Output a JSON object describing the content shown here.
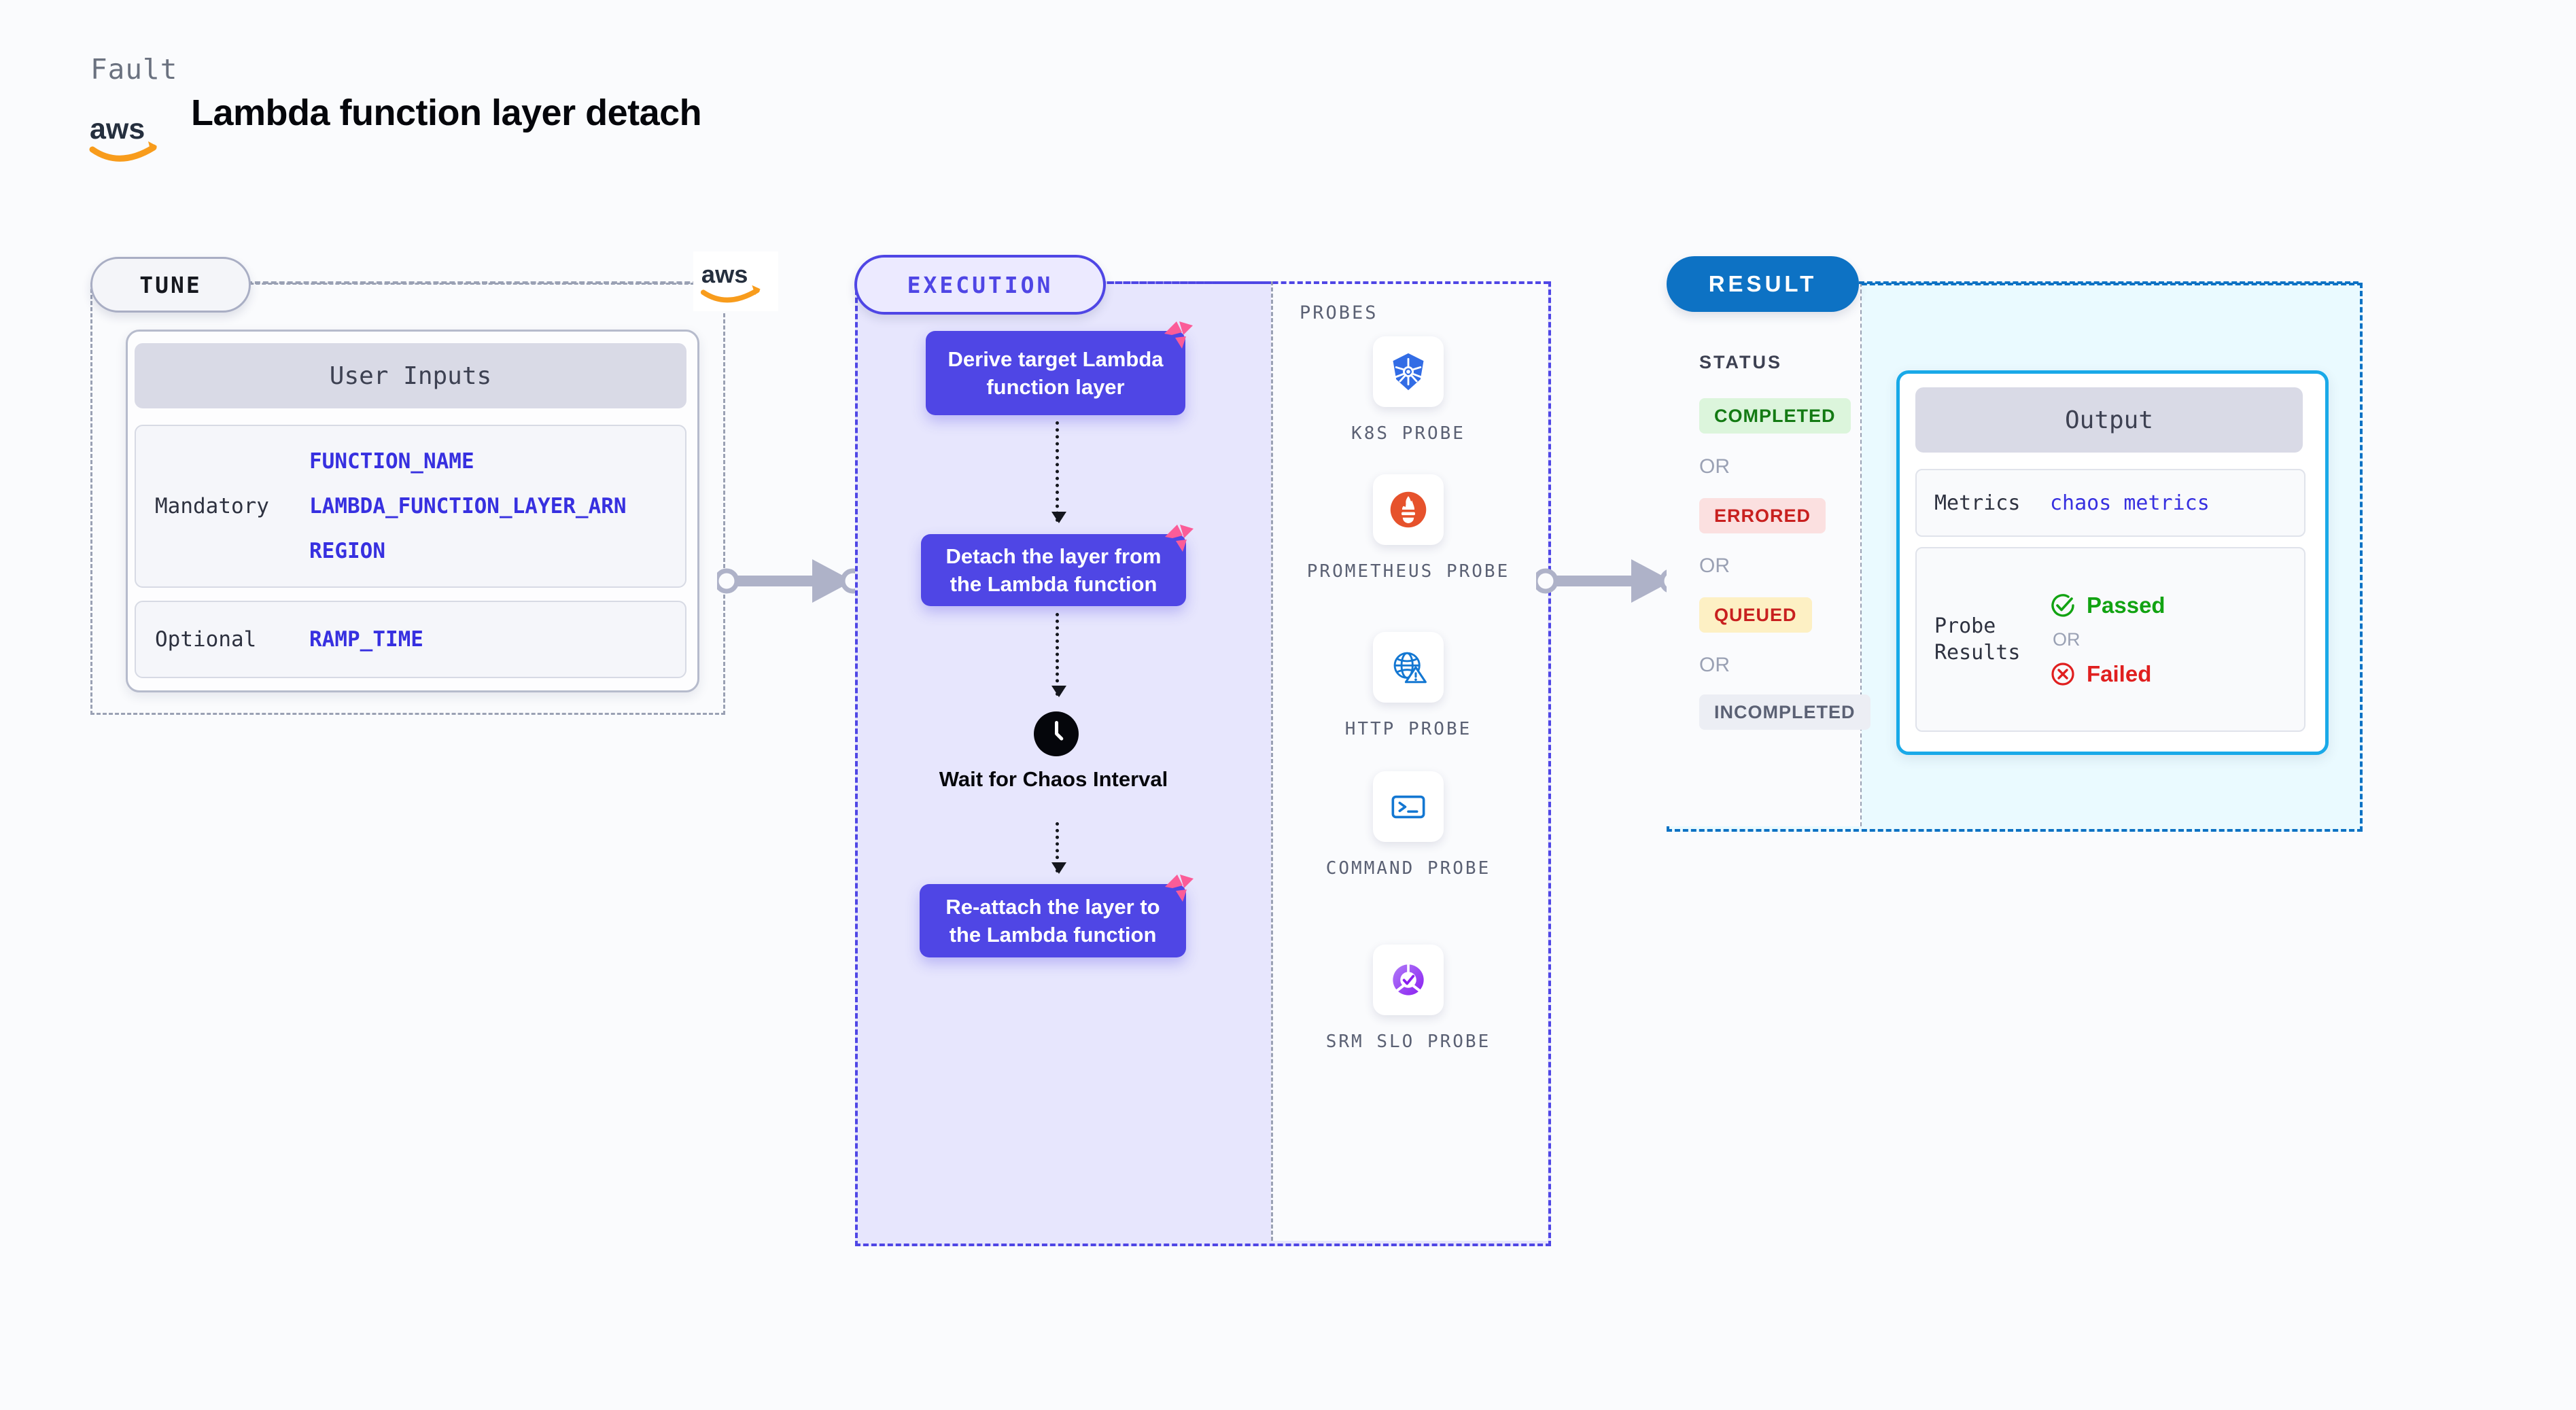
{
  "header": {
    "kicker": "Fault",
    "title": "Lambda function layer detach",
    "logo": "aws-logo"
  },
  "tune": {
    "badge": "TUNE",
    "provider_logo": "aws-logo",
    "card_title": "User Inputs",
    "groups": [
      {
        "label": "Mandatory",
        "params": [
          "FUNCTION_NAME",
          "LAMBDA_FUNCTION_LAYER_ARN",
          "REGION"
        ]
      },
      {
        "label": "Optional",
        "params": [
          "RAMP_TIME"
        ]
      }
    ]
  },
  "execution": {
    "badge": "EXECUTION",
    "steps": [
      {
        "text": "Derive target Lambda function layer",
        "ribbon": "litmus-ribbon-icon"
      },
      {
        "text": "Detach the layer from the Lambda function",
        "ribbon": "litmus-ribbon-icon"
      },
      {
        "text": "Re-attach the layer to the Lambda function",
        "ribbon": "litmus-ribbon-icon"
      }
    ],
    "wait_node": {
      "icon": "clock-icon",
      "label": "Wait for Chaos Interval"
    }
  },
  "probes": {
    "title": "PROBES",
    "items": [
      {
        "label": "K8S PROBE",
        "icon": "kubernetes-icon"
      },
      {
        "label": "PROMETHEUS PROBE",
        "icon": "prometheus-icon"
      },
      {
        "label": "HTTP PROBE",
        "icon": "http-globe-warning-icon"
      },
      {
        "label": "COMMAND PROBE",
        "icon": "terminal-icon"
      },
      {
        "label": "SRM SLO PROBE",
        "icon": "srm-slo-icon"
      }
    ]
  },
  "result": {
    "badge": "RESULT",
    "status_title": "STATUS",
    "or_label": "OR",
    "statuses": [
      {
        "label": "COMPLETED",
        "bg": "#dcf5dc",
        "fg": "#137a13"
      },
      {
        "label": "ERRORED",
        "bg": "#fbe0e0",
        "fg": "#c8201f"
      },
      {
        "label": "QUEUED",
        "bg": "#fdf0c4",
        "fg": "#c8201f"
      },
      {
        "label": "INCOMPLETED",
        "bg": "#eceef4",
        "fg": "#5b6174"
      }
    ],
    "output": {
      "title": "Output",
      "metrics_label": "Metrics",
      "metrics_value": "chaos metrics",
      "probe_results_label": "Probe Results",
      "passed_label": "Passed",
      "failed_label": "Failed",
      "or_label": "OR",
      "passed_icon": "check-circle-icon",
      "failed_icon": "x-circle-icon"
    }
  },
  "colors": {
    "accent_purple": "#4f46e5",
    "accent_blue": "#0d72c4",
    "accent_cyan": "#19a9e8",
    "ribbon_pink": "#fb5c98",
    "aws_orange": "#f89c1c",
    "param_blue": "#3730e0"
  }
}
